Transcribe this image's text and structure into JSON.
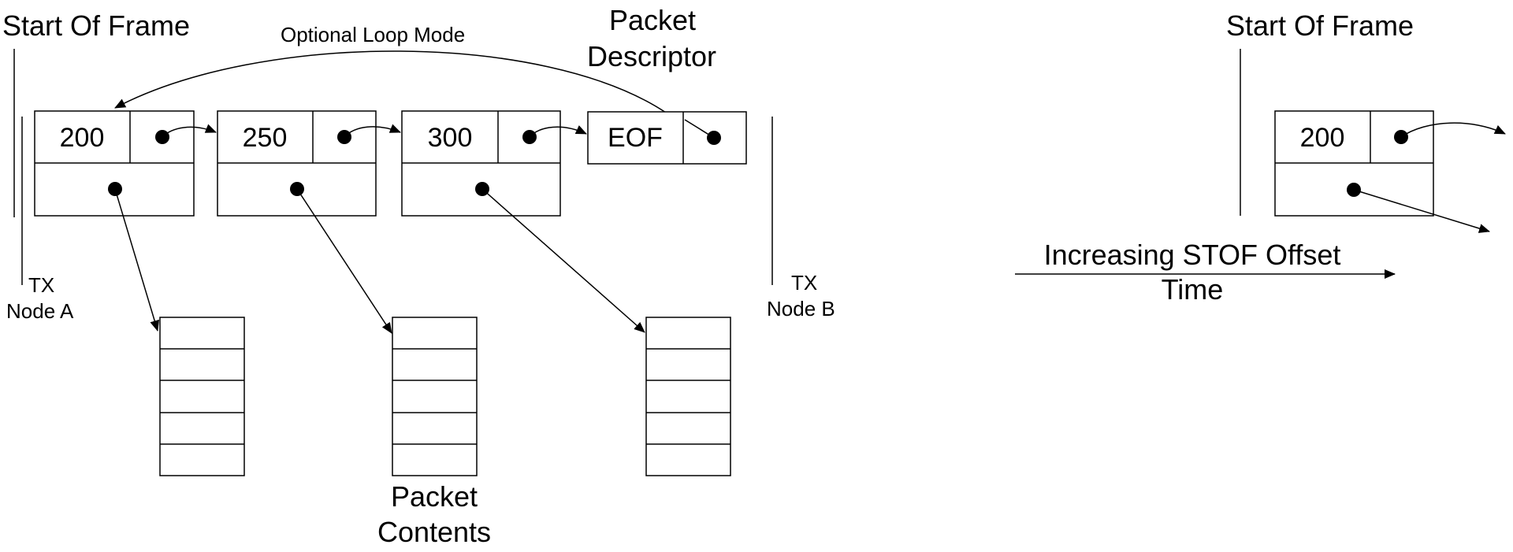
{
  "labels": {
    "start_of_frame_left": "Start Of Frame",
    "optional_loop_mode": "Optional Loop Mode",
    "packet_descriptor_line1": "Packet",
    "packet_descriptor_line2": "Descriptor",
    "tx_node_a_line1": "TX",
    "tx_node_a_line2": "Node A",
    "tx_node_b_line1": "TX",
    "tx_node_b_line2": "Node B",
    "packet_contents_line1": "Packet",
    "packet_contents_line2": "Contents",
    "start_of_frame_right": "Start Of Frame",
    "increasing_stof_offset": "Increasing STOF Offset",
    "time": "Time"
  },
  "descriptors": [
    {
      "offset": "200"
    },
    {
      "offset": "250"
    },
    {
      "offset": "300"
    },
    {
      "offset": "EOF"
    }
  ],
  "right_descriptor": {
    "offset": "200"
  },
  "packet_buffers": [
    {
      "rows": 5
    },
    {
      "rows": 5
    },
    {
      "rows": 5
    }
  ]
}
